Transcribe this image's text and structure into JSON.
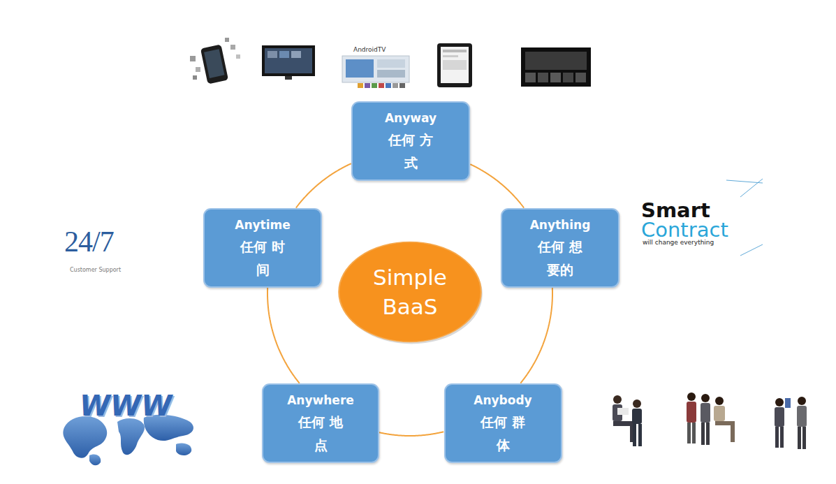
{
  "diagram": {
    "nodes": [
      {
        "text": [
          "Anyway",
          "任何 方式"
        ]
      },
      {
        "text": [
          "Anytime",
          "任何 时间"
        ]
      },
      {
        "text": [
          "Anything",
          "任何 想要的"
        ]
      },
      {
        "text": [
          "Simple BaaS"
        ]
      },
      {
        "text": [
          "Anywhere",
          "任何 地点"
        ]
      },
      {
        "text": [
          "Anybody",
          "任何 群体"
        ]
      }
    ],
    "edges": [
      {
        "from": 0,
        "to": 2,
        "arrow": "none"
      },
      {
        "from": 2,
        "to": 5,
        "arrow": "none"
      },
      {
        "from": 5,
        "to": 4,
        "arrow": "none"
      },
      {
        "from": 4,
        "to": 1,
        "arrow": "none"
      },
      {
        "from": 1,
        "to": 0,
        "arrow": "none"
      }
    ],
    "labels": [
      "AndroidTV",
      "24/7",
      "Customer Support",
      "Smart",
      "Contract",
      "will change everything",
      "WWW"
    ]
  }
}
